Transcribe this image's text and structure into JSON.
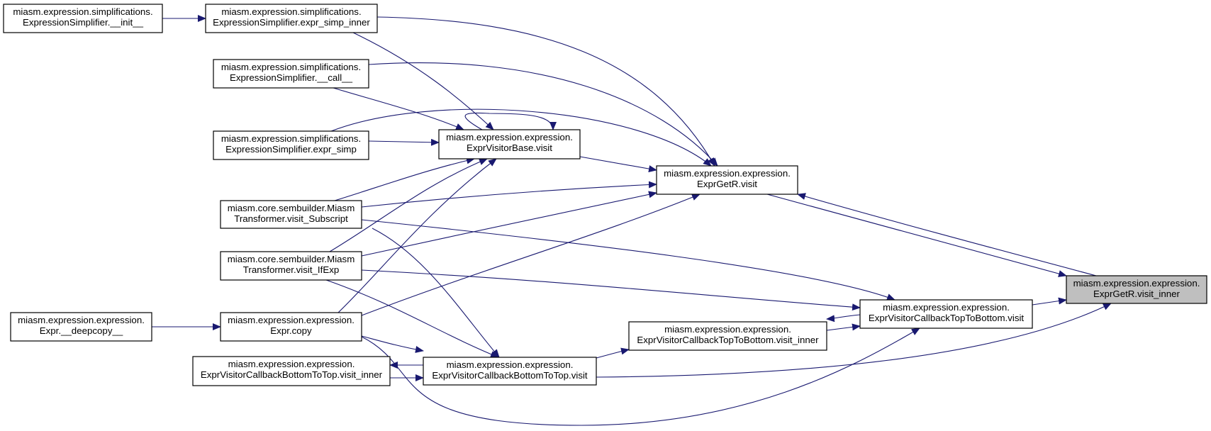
{
  "graph": {
    "type": "caller-graph",
    "colors": {
      "edge": "#191970",
      "node_fill": "#ffffff",
      "root_fill": "#bfbfbf",
      "node_border": "#000000"
    },
    "nodes": [
      {
        "id": "simp_init",
        "lines": [
          "miasm.expression.simplifications.",
          "ExpressionSimplifier.__init__"
        ]
      },
      {
        "id": "simp_inner",
        "lines": [
          "miasm.expression.simplifications.",
          "ExpressionSimplifier.expr_simp_inner"
        ]
      },
      {
        "id": "simp_call",
        "lines": [
          "miasm.expression.simplifications.",
          "ExpressionSimplifier.__call__"
        ]
      },
      {
        "id": "simp_simp",
        "lines": [
          "miasm.expression.simplifications.",
          "ExpressionSimplifier.expr_simp"
        ]
      },
      {
        "id": "visitor_base",
        "lines": [
          "miasm.expression.expression.",
          "ExprVisitorBase.visit"
        ]
      },
      {
        "id": "getr_visit",
        "lines": [
          "miasm.expression.expression.",
          "ExprGetR.visit"
        ]
      },
      {
        "id": "getr_inner",
        "lines": [
          "miasm.expression.expression.",
          "ExprGetR.visit_inner"
        ],
        "root": true
      },
      {
        "id": "subscript",
        "lines": [
          "miasm.core.sembuilder.Miasm",
          "Transformer.visit_Subscript"
        ]
      },
      {
        "id": "ifexp",
        "lines": [
          "miasm.core.sembuilder.Miasm",
          "Transformer.visit_IfExp"
        ]
      },
      {
        "id": "deepcopy",
        "lines": [
          "miasm.expression.expression.",
          "Expr.__deepcopy__"
        ]
      },
      {
        "id": "copy",
        "lines": [
          "miasm.expression.expression.",
          "Expr.copy"
        ]
      },
      {
        "id": "ttb_visit",
        "lines": [
          "miasm.expression.expression.",
          "ExprVisitorCallbackTopToBottom.visit"
        ]
      },
      {
        "id": "ttb_inner",
        "lines": [
          "miasm.expression.expression.",
          "ExprVisitorCallbackTopToBottom.visit_inner"
        ]
      },
      {
        "id": "btt_inner",
        "lines": [
          "miasm.expression.expression.",
          "ExprVisitorCallbackBottomToTop.visit_inner"
        ]
      },
      {
        "id": "btt_visit",
        "lines": [
          "miasm.expression.expression.",
          "ExprVisitorCallbackBottomToTop.visit"
        ]
      }
    ]
  }
}
